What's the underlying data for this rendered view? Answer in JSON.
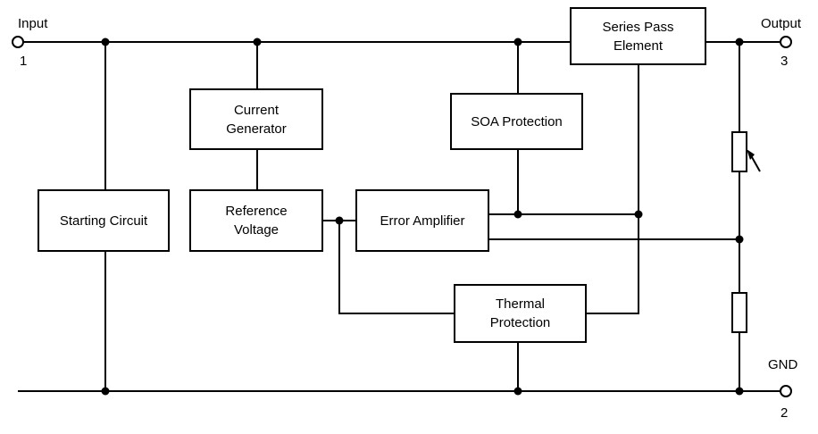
{
  "diagram": {
    "blocks": {
      "series_pass": "Series Pass\nElement",
      "current_generator": "Current\nGenerator",
      "soa_protection": "SOA Protection",
      "starting_circuit": "Starting Circuit",
      "reference_voltage": "Reference\nVoltage",
      "error_amplifier": "Error Amplifier",
      "thermal_protection": "Thermal\nProtection"
    },
    "terminals": {
      "input": {
        "label": "Input",
        "pin": "1"
      },
      "output": {
        "label": "Output",
        "pin": "3"
      },
      "ground": {
        "label": "GND",
        "pin": "2"
      }
    },
    "components": {
      "adjustable_resistor": "adjustable-resistor",
      "fixed_resistor": "resistor"
    },
    "colors": {
      "line": "#000000",
      "box_border": "#000000",
      "box_fill": "#ffffff",
      "background": "#ffffff",
      "text": "#000000"
    }
  }
}
